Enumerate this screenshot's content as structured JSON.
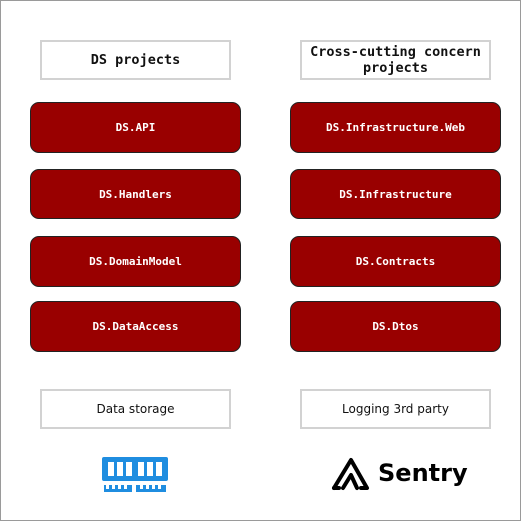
{
  "colors": {
    "project_fill": "#990000",
    "memory_icon": "#1f8de0"
  },
  "left_column": {
    "header": "DS projects",
    "projects": [
      "DS.API",
      "DS.Handlers",
      "DS.DomainModel",
      "DS.DataAccess"
    ],
    "footer": "Data storage",
    "icon": "memory-icon"
  },
  "right_column": {
    "header": "Cross-cutting concern projects",
    "projects": [
      "DS.Infrastructure.Web",
      "DS.Infrastructure",
      "DS.Contracts",
      "DS.Dtos"
    ],
    "footer": "Logging 3rd party",
    "logo_text": "Sentry",
    "icon": "sentry-logo-icon"
  }
}
